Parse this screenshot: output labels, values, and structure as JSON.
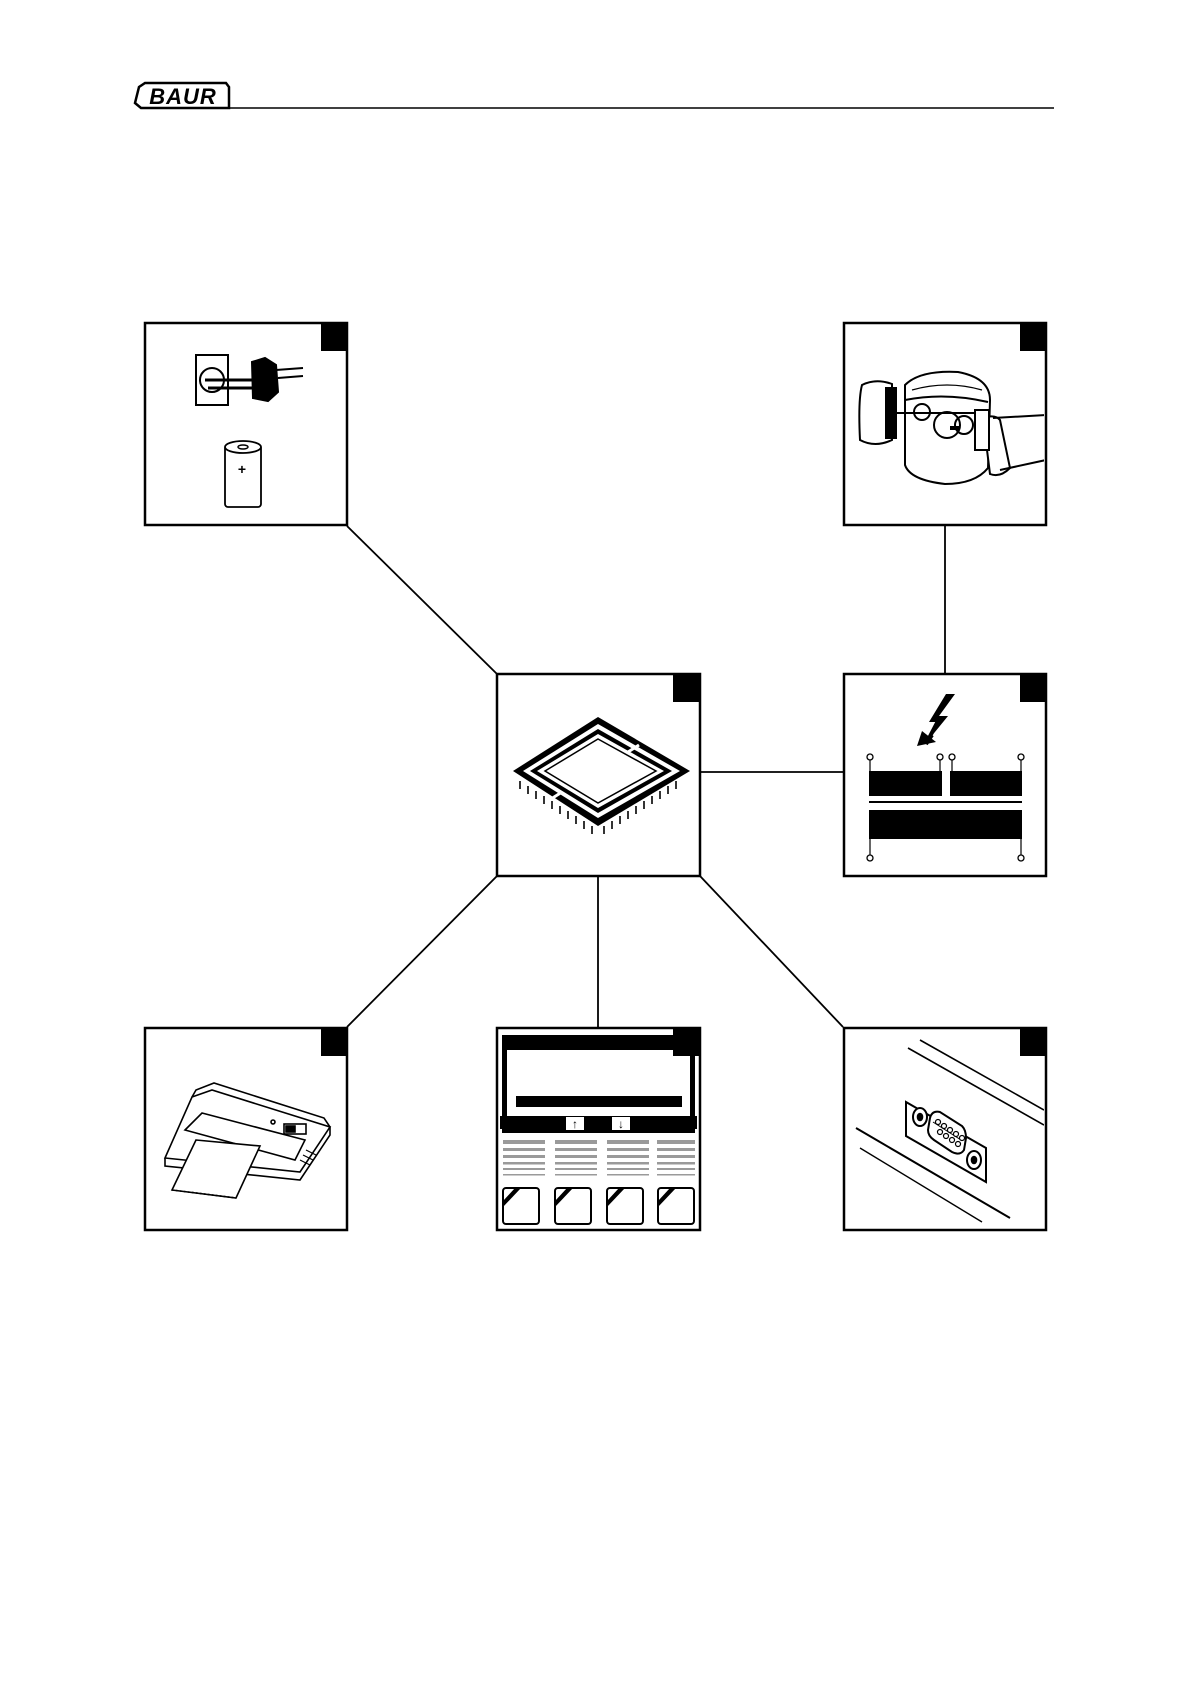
{
  "header": {
    "logo_text": "BAUR"
  },
  "battery": {
    "polarity_label": "+"
  },
  "keypad": {
    "up_key_label": "↑",
    "down_key_label": "↓"
  },
  "colors": {
    "ink": "#000000",
    "paper": "#ffffff",
    "stripe_gray": "#9a9a9a"
  },
  "diagram": {
    "center_block": "microprocessor-chip",
    "blocks": [
      {
        "id": "power-supply",
        "icons": [
          "mains-plug-icon",
          "battery-icon"
        ],
        "connects_to": "microprocessor-chip"
      },
      {
        "id": "test-cell",
        "icons": [
          "test-vessel-icon"
        ],
        "connects_to": "hv-electrodes"
      },
      {
        "id": "hv-electrodes",
        "icons": [
          "high-voltage-icon",
          "electrode-gap-icon"
        ],
        "connects_to": "microprocessor-chip"
      },
      {
        "id": "printer",
        "icons": [
          "printer-icon"
        ],
        "connects_to": "microprocessor-chip"
      },
      {
        "id": "display-keypad",
        "icons": [
          "lcd-display-icon",
          "softkey-icon"
        ],
        "connects_to": "microprocessor-chip"
      },
      {
        "id": "serial-interface",
        "icons": [
          "serial-port-icon"
        ],
        "connects_to": "microprocessor-chip"
      }
    ]
  }
}
